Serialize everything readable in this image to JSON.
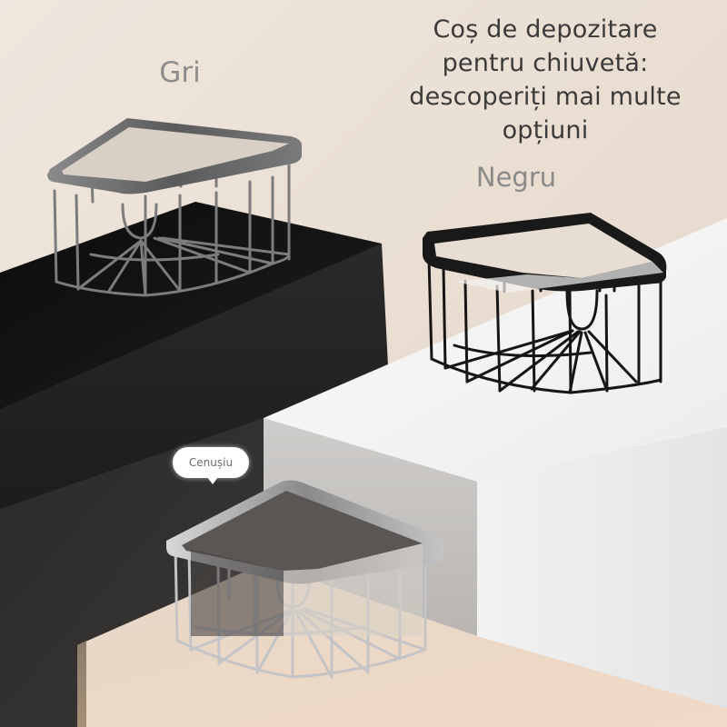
{
  "headline": {
    "line1": "Coș de depozitare",
    "line2": "pentru chiuvetă:",
    "line3": "descoperiți mai multe",
    "line4": "opțiuni"
  },
  "variants": [
    {
      "label": "Gri",
      "finish_color": "#6e6e70",
      "pedestal_color": "#141414"
    },
    {
      "label": "Negru",
      "finish_color": "#1a1a1a",
      "pedestal_color": "#f4f4f4"
    },
    {
      "label": "Cenușiu",
      "finish_color": "#c9c9cb",
      "pedestal_color": "#e8d6c6"
    }
  ],
  "colors": {
    "wall": "#ece2d8",
    "headline_text": "#3a3a3a",
    "label_text": "#8c8c8c"
  }
}
